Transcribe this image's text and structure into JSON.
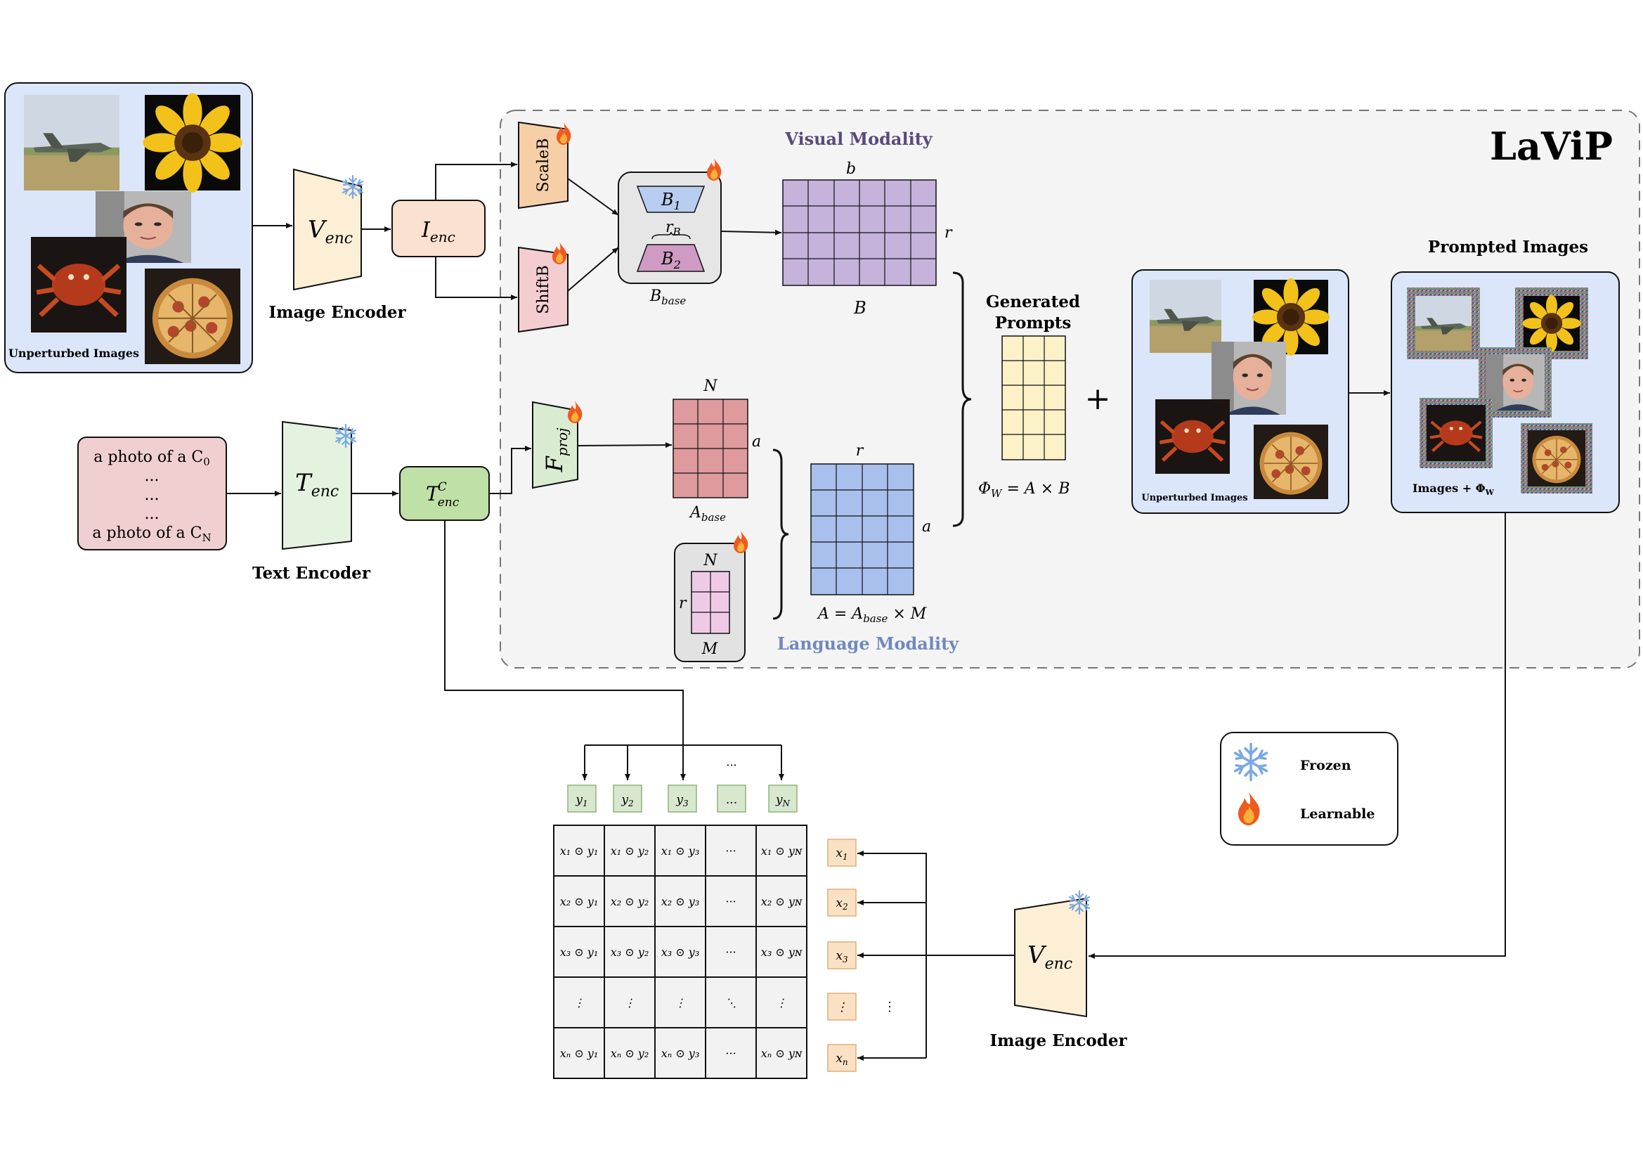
{
  "title": "LaViP",
  "labels": {
    "unperturbed_images": "Unperturbed  Images",
    "unperturbed_images_small": "Unperturbed  Images",
    "image_encoder": "Image Encoder",
    "image_encoder_bottom": "Image Encoder",
    "text_encoder": "Text Encoder",
    "visual_modality": "Visual Modality",
    "language_modality": "Language Modality",
    "generated_prompts_1": "Generated",
    "generated_prompts_2": "Prompts",
    "prompted_images": "Prompted Images",
    "images_plus_phi": "Images + Φ",
    "images_plus_phi_sub": "W",
    "phi_formula": "Φ",
    "phi_formula_sub": "W",
    "phi_formula_rest": " = A × B",
    "a_formula": "A = A",
    "a_formula_sub": "base",
    "a_formula_rest": " × M",
    "plus": "+",
    "scaleb": "ScaleB",
    "shiftb": "ShiftB",
    "venc": "V",
    "venc_sub": "enc",
    "ienc": "I",
    "ienc_sub": "enc",
    "tenc": "T",
    "tenc_sub": "enc",
    "tenc_c": "T",
    "tenc_c_sup": "C",
    "tenc_c_sub": "enc",
    "fproj": "F",
    "fproj_sub": "proj",
    "b1": "B",
    "b1_sub": "1",
    "b2": "B",
    "b2_sub": "2",
    "rb": "r",
    "rb_sub": "B",
    "bbase": "B",
    "bbase_sub": "base",
    "matrix_b": "B",
    "matrix_b_top": "b",
    "matrix_b_right": "r",
    "abase": "A",
    "abase_sub": "base",
    "abase_top": "N",
    "abase_right": "a",
    "m_top": "N",
    "m_left": "r",
    "m_bottom": "M",
    "a_top": "r",
    "a_right": "a"
  },
  "text_prompts": [
    "a photo of a C",
    "...",
    "...",
    "...",
    "a photo of a C"
  ],
  "text_prompt_subs": [
    "0",
    "",
    "",
    "",
    "N"
  ],
  "y_tokens": [
    {
      "base": "y",
      "sub": "1"
    },
    {
      "base": "y",
      "sub": "2"
    },
    {
      "base": "y",
      "sub": "3"
    },
    {
      "base": "...",
      "sub": ""
    },
    {
      "base": "y",
      "sub": "N"
    }
  ],
  "x_tokens": [
    {
      "base": "x",
      "sub": "1"
    },
    {
      "base": "x",
      "sub": "2"
    },
    {
      "base": "x",
      "sub": "3"
    },
    {
      "base": "⋮",
      "sub": ""
    },
    {
      "base": "x",
      "sub": "n"
    }
  ],
  "sim_rows": [
    [
      "x₁ ⊙ y₁",
      "x₁ ⊙ y₂",
      "x₁ ⊙ y₃",
      "···",
      "x₁ ⊙ yɴ"
    ],
    [
      "x₂ ⊙ y₁",
      "x₂ ⊙ y₂",
      "x₂ ⊙ y₃",
      "···",
      "x₂ ⊙ yɴ"
    ],
    [
      "x₃ ⊙ y₁",
      "x₃ ⊙ y₂",
      "x₃ ⊙ y₃",
      "···",
      "x₃ ⊙ yɴ"
    ],
    [
      "⋮",
      "⋮",
      "⋮",
      "⋱",
      "⋮"
    ],
    [
      "xₙ ⊙ y₁",
      "xₙ ⊙ y₂",
      "xₙ ⊙ y₃",
      "···",
      "xₙ ⊙ yɴ"
    ]
  ],
  "legend": {
    "frozen": "Frozen",
    "learnable": "Learnable"
  },
  "colors": {
    "image_panel": "#dbe6fb",
    "encoder_fill": "#fcefd6",
    "ienc_fill": "#fbe1cf",
    "text_encoder_fill": "#e3f3df",
    "tenc_c_fill": "#bfe0a6",
    "fproj_fill": "#d9ecd2",
    "scaleb_fill": "#f6cfa7",
    "shiftb_fill": "#f3cdd0",
    "text_prompt_fill": "#f0cfd0",
    "b_matrix": "#c5b3dc",
    "abase_matrix": "#de9a9c",
    "m_matrix": "#efc9e6",
    "a_matrix": "#a9c0ec",
    "prompts_matrix": "#fcf1c7",
    "b1_fill": "#b9cdf0",
    "b2_fill": "#cf9bc4",
    "lavip_region": "#f4f4f4",
    "y_token_fill": "#d7e8cf",
    "x_token_fill": "#fbe1c3",
    "sim_cell": "#f2f2f2",
    "visual_modality_text": "#5a4a7a",
    "language_modality_text": "#7088c0"
  }
}
